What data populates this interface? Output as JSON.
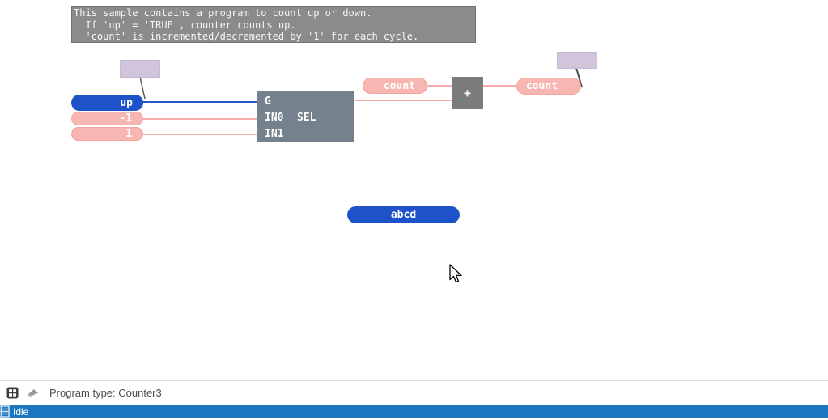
{
  "comment": {
    "lines": [
      "This sample contains a program to count up or down.",
      "  If 'up' = 'TRUE', counter counts up.",
      "  'count' is incremented/decremented by '1' for each cycle."
    ]
  },
  "diagram": {
    "up_variable": "up",
    "in0_constant": "-1",
    "in1_constant": "1",
    "sel_block": {
      "name": "SEL",
      "input_g": "G",
      "input_in0": "IN0",
      "input_in1": "IN1"
    },
    "add_block": {
      "operator": "+"
    },
    "count_input": "count",
    "count_output": "count",
    "button_label": "abcd"
  },
  "status_bar": {
    "program_type": "Program type: Counter3",
    "icons": [
      "grid-icon",
      "eraser-icon"
    ]
  },
  "runtime_bar": {
    "status": "Idle",
    "icon": "list-icon"
  },
  "colors": {
    "accent_blue": "#1d52c9",
    "wire_blue": "#2b55c7",
    "pill_pink": "#f8b6b2",
    "wire_pink": "#f5acaa",
    "sel_block_gray": "#76818e",
    "operator_gray": "#7b7b7b",
    "comment_gray": "#8b8b8b",
    "tag_lavender": "#d1c5dc",
    "runtime_bar_blue": "#1b77c0"
  }
}
